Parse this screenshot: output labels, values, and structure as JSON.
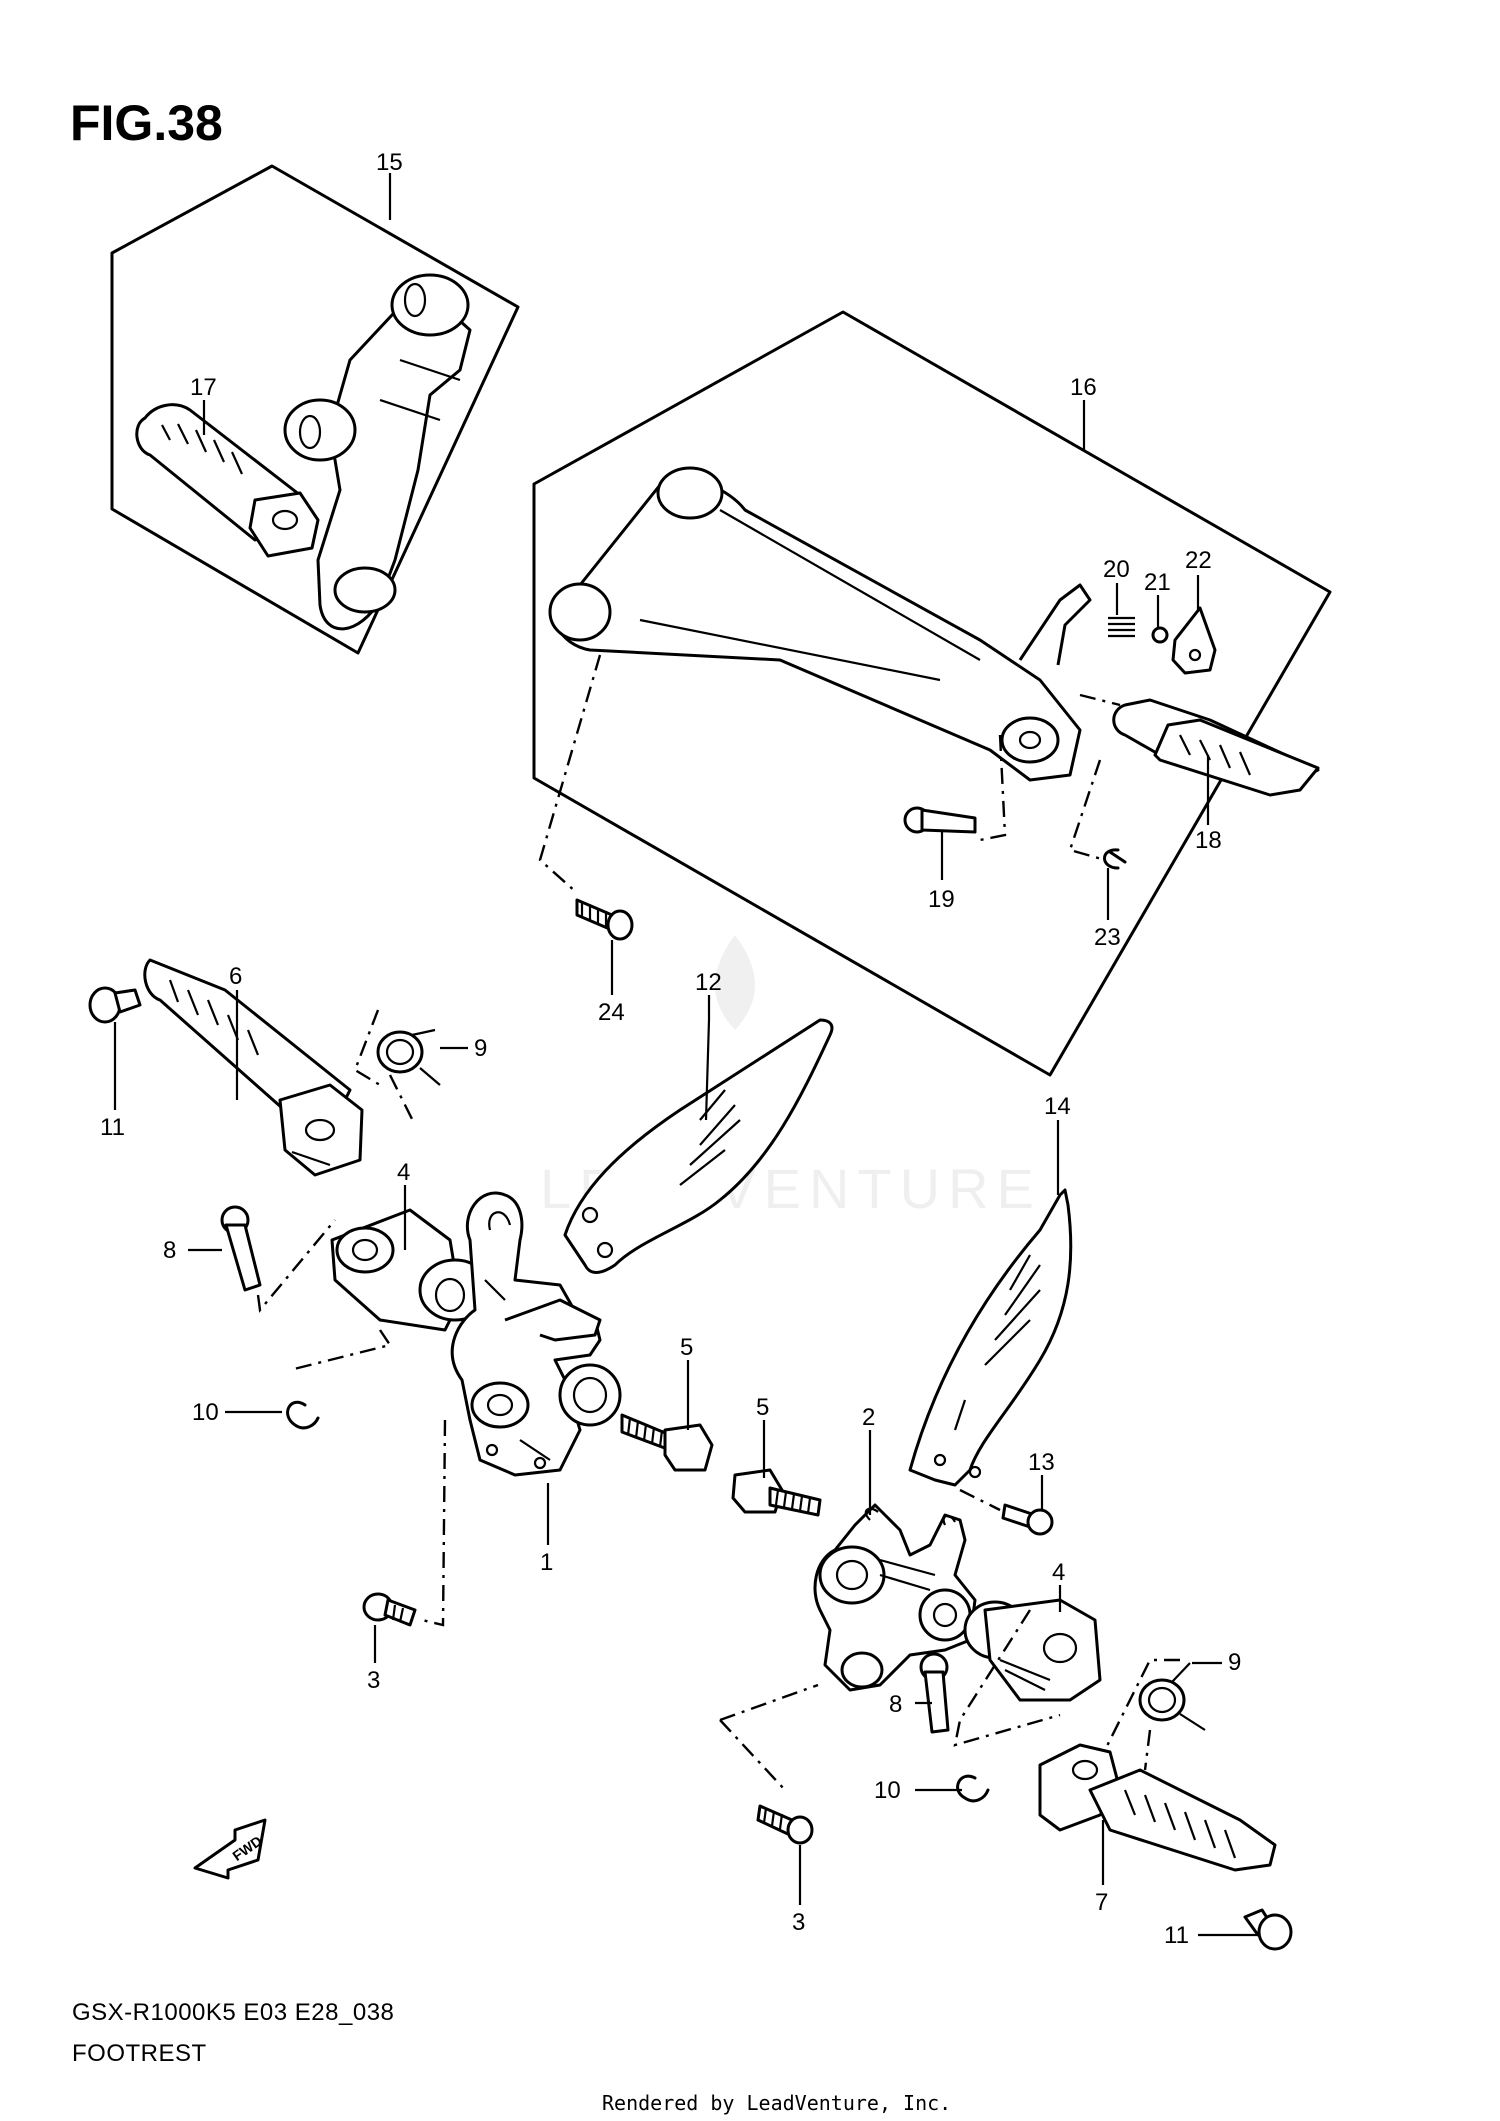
{
  "figure": {
    "title": "FIG.38",
    "model_code": "GSX-R1000K5 E03 E28_038",
    "section_name": "FOOTREST",
    "rendered_by": "Rendered by LeadVenture, Inc.",
    "watermark": "LEADVENTURE"
  },
  "callouts": {
    "c1": "1",
    "c2": "2",
    "c3a": "3",
    "c3b": "3",
    "c4a": "4",
    "c4b": "4",
    "c5a": "5",
    "c5b": "5",
    "c6": "6",
    "c7": "7",
    "c8a": "8",
    "c8b": "8",
    "c9a": "9",
    "c9b": "9",
    "c10a": "10",
    "c10b": "10",
    "c11a": "11",
    "c11b": "11",
    "c12": "12",
    "c13": "13",
    "c14": "14",
    "c15": "15",
    "c16": "16",
    "c17": "17",
    "c18": "18",
    "c19": "19",
    "c20": "20",
    "c21": "21",
    "c22": "22",
    "c23": "23",
    "c24": "24"
  },
  "icons": {
    "fwd": "FWD"
  },
  "colors": {
    "line": "#000000",
    "background": "#ffffff"
  }
}
